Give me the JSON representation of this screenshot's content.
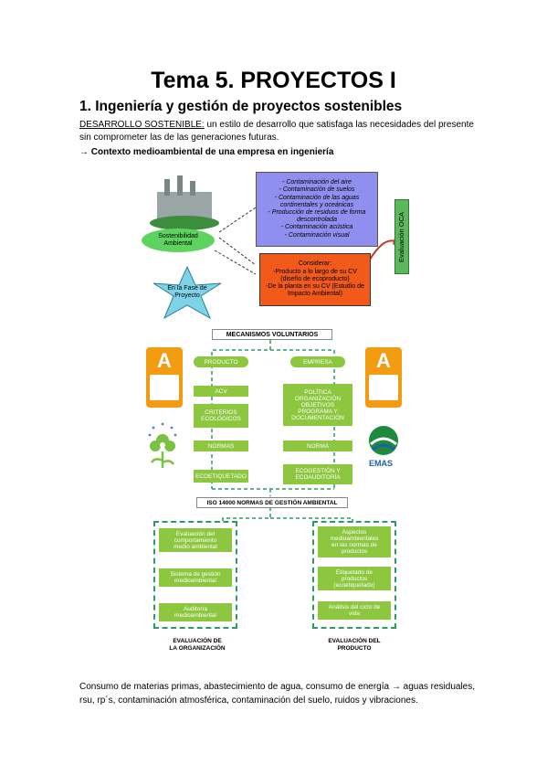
{
  "title": "Tema 5. PROYECTOS I",
  "section": "1. Ingeniería y gestión de proyectos sostenibles",
  "definition": {
    "term": "DESARROLLO SOSTENIBLE:",
    "text": " un estilo de desarrollo que satisfaga las necesidades del presente sin comprometer las de las generaciones futuras."
  },
  "context_line": "→ Contexto medioambiental de una empresa en ingeniería",
  "diagram1": {
    "impacts": "- Contaminación del aire\n- Contaminación de suelos\n- Contaminación de las aguas continentales y oceánicas\n- Producción de residuos de forma descontrolada\n- Contaminación acústica\n- Contaminación visual",
    "consider": "Considerar:\n-Producto a lo largo de su CV (diseño de ecoproducto)\n-De la planta en su CV (Estudio de Impacto Ambiental)",
    "eval": "Evaluación OCA",
    "sostenibilidad": "Sostenibilidad\nAmbiental",
    "fase": "En la Fase de\nProyecto",
    "colors": {
      "purple": "#8f8ff0",
      "orange": "#f15a1a",
      "green": "#5fd35f"
    }
  },
  "diagram2": {
    "header": "MECANISMOS VOLUNTARIOS",
    "producto": {
      "label": "PRODUCTO",
      "items": [
        "ACV",
        "CRITERIOS\nECOLÓGICOS",
        "NORMAS",
        "ECOETIQUETADO"
      ]
    },
    "empresa": {
      "label": "EMPRESA",
      "items": [
        "POLÍTICA\nORGANIZACIÓN\nOBJETIVOS\nPROGRAMA Y\nDOCUMENTACIÓN",
        "NORMA",
        "ECOGESTIÓN Y\nECOAUDITORÍA"
      ]
    },
    "logo_text": "A",
    "emas": "EMAS",
    "iso": "ISO 14000 NORMAS DE GESTIÓN AMBIENTAL",
    "left_group": [
      "Evaluación del\ncomportamiento\nmedio ambiental",
      "Sistema de gestión\nmedioambiental",
      "Auditoría\nmedioambiental"
    ],
    "right_group": [
      "Aspectos\nmedioambientales\nen las normas de\nproductos",
      "Etiquetado de\nproductos\n(ecoetiquetado)",
      "Análisis del ciclo de\nvida"
    ],
    "left_caption": "EVALUACIÓN DE\nLA ORGANIZACIÓN",
    "right_caption": "EVALUACIÓN DEL\nPRODUCTO",
    "accent": "#8dc63f",
    "dash_color": "#2d9b62"
  },
  "bottom_text": "Consumo de materias primas, abastecimiento de agua, consumo de energía → aguas residuales, rsu, rp´s, contaminación atmosférica, contaminación del suelo, ruidos y vibraciones."
}
